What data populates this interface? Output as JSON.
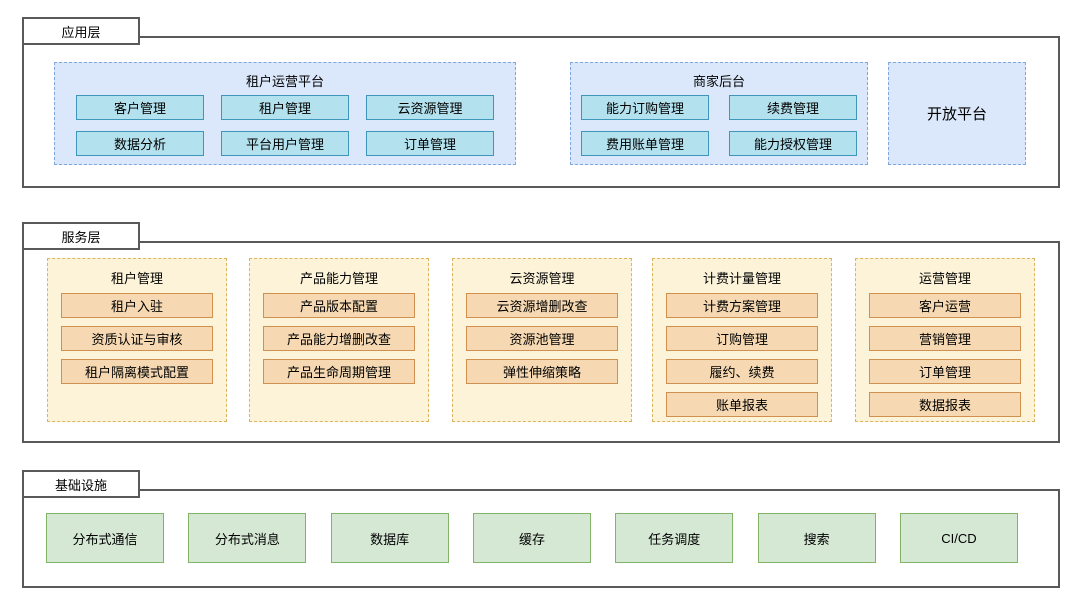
{
  "layers": {
    "app": {
      "label": "应用层",
      "groups": {
        "tenant_ops": {
          "title": "租户运营平台",
          "items": [
            "客户管理",
            "租户管理",
            "云资源管理",
            "数据分析",
            "平台用户管理",
            "订单管理"
          ]
        },
        "merchant": {
          "title": "商家后台",
          "items": [
            "能力订购管理",
            "续费管理",
            "费用账单管理",
            "能力授权管理"
          ]
        },
        "open_platform": {
          "title": "开放平台"
        }
      }
    },
    "service": {
      "label": "服务层",
      "groups": [
        {
          "title": "租户管理",
          "items": [
            "租户入驻",
            "资质认证与审核",
            "租户隔离模式配置"
          ]
        },
        {
          "title": "产品能力管理",
          "items": [
            "产品版本配置",
            "产品能力增删改查",
            "产品生命周期管理"
          ]
        },
        {
          "title": "云资源管理",
          "items": [
            "云资源增删改查",
            "资源池管理",
            "弹性伸缩策略"
          ]
        },
        {
          "title": "计费计量管理",
          "items": [
            "计费方案管理",
            "订购管理",
            "履约、续费",
            "账单报表"
          ]
        },
        {
          "title": "运营管理",
          "items": [
            "客户运营",
            "营销管理",
            "订单管理",
            "数据报表"
          ]
        }
      ]
    },
    "infra": {
      "label": "基础设施",
      "items": [
        "分布式通信",
        "分布式消息",
        "数据库",
        "缓存",
        "任务调度",
        "搜索",
        "CI/CD"
      ]
    }
  },
  "colors": {
    "layer_border": "#595959",
    "blue_group_fill": "#dbe8fb",
    "blue_group_border": "#7ea6e0",
    "blue_button_fill": "#b4e1ee",
    "blue_button_border": "#3e96bb",
    "tan_group_fill": "#fdf3d9",
    "tan_group_border": "#dcb45e",
    "tan_button_fill": "#f6d9b2",
    "tan_button_border": "#cf9050",
    "green_button_fill": "#d5e8d4",
    "green_button_border": "#82b366"
  }
}
